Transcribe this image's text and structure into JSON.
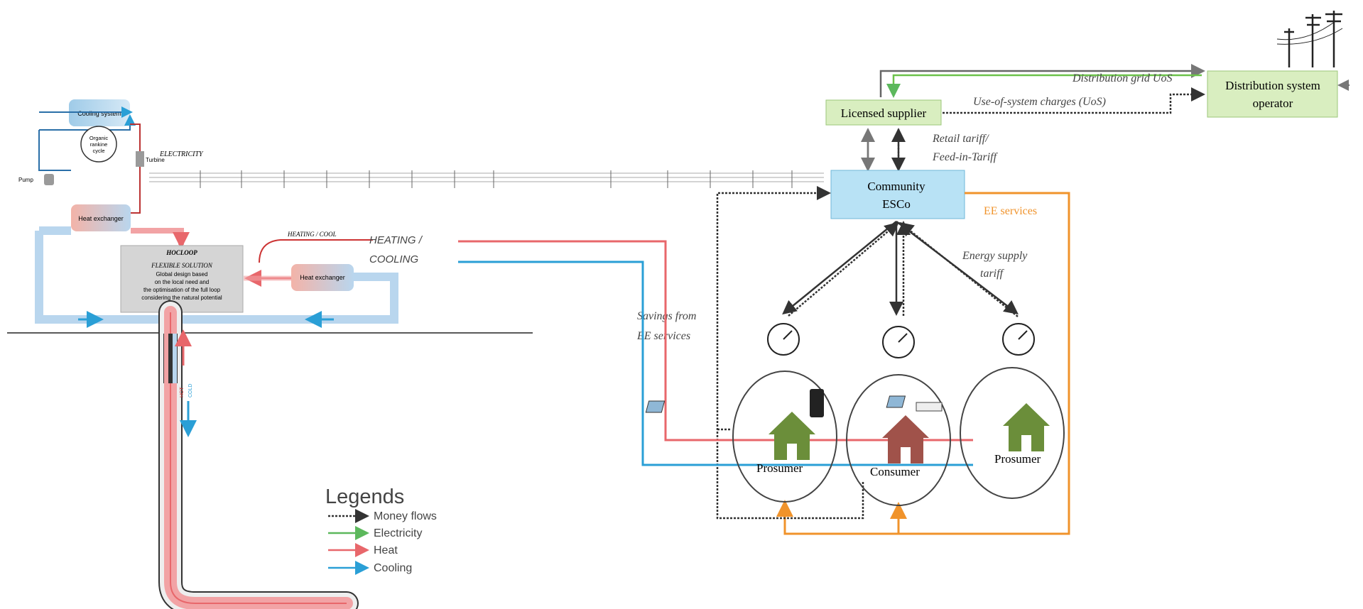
{
  "colors": {
    "money": "#333333",
    "electricity": "#5cb85c",
    "heat": "#e8676b",
    "cooling": "#2a9fd6",
    "ee_services": "#f0932b",
    "green_box": "#d9eec0",
    "esco_box": "#b8e2f5"
  },
  "left_plant": {
    "cooling_system": "Cooling system",
    "organic_rankine_cycle": "Organic rankine cycle",
    "pump": "Pump",
    "turbine": "Turbine",
    "heat_exchanger_top": "Heat exchanger",
    "electricity": "ELECTRICITY",
    "hocloop_title": "HOCLOOP",
    "flexible_solution": "FLEXIBLE SOLUTION",
    "hocloop_desc_1": "Global design based",
    "hocloop_desc_2": "on the local need and",
    "hocloop_desc_3": "the optimisation of the full loop",
    "hocloop_desc_4": "considering the natural potential",
    "heating_cool_small": "HEATING / COOL",
    "heat_exchanger_right": "Heat exchanger",
    "heating_cooling_line1": "HEATING /",
    "heating_cooling_line2": "COOLING",
    "hot": "HOT",
    "cold": "COLD"
  },
  "legend": {
    "title": "Legends",
    "items": [
      {
        "label": "Money flows",
        "icon": "dotted-arrow-icon"
      },
      {
        "label": "Electricity",
        "icon": "green-arrow-icon"
      },
      {
        "label": "Heat",
        "icon": "red-arrow-icon"
      },
      {
        "label": "Cooling",
        "icon": "blue-arrow-icon"
      }
    ]
  },
  "market": {
    "licensed_supplier": "Licensed supplier",
    "dso_line1": "Distribution system",
    "dso_line2": "operator",
    "distribution_grid_uos": "Distribution grid UoS",
    "use_of_system_charges": "Use-of-system charges (UoS)",
    "retail_tariff_1": "Retail tariff/",
    "retail_tariff_2": "Feed-in-Tariff",
    "esco_1": "Community",
    "esco_2": "ESCo",
    "ee_services": "EE services",
    "energy_supply_1": "Energy supply",
    "energy_supply_2": "tariff",
    "savings_1": "Savings from",
    "savings_2": "EE services",
    "prosumer_left": "Prosumer",
    "consumer": "Consumer",
    "prosumer_right": "Prosumer"
  }
}
